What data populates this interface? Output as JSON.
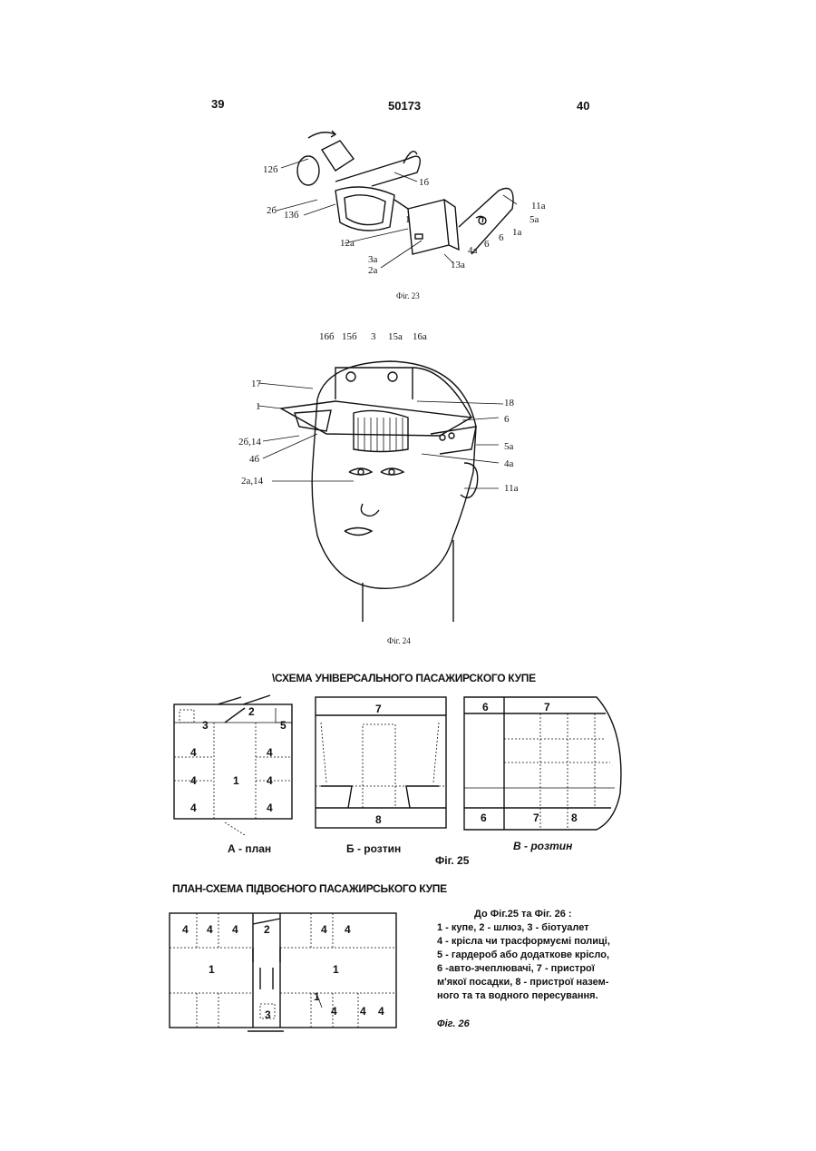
{
  "header": {
    "left_page": "39",
    "patent_number": "50173",
    "right_page": "40"
  },
  "fig23": {
    "caption": "Фіг. 23",
    "labels": [
      "12б",
      "1б",
      "2б",
      "13б",
      "1",
      "11а",
      "5а",
      "1а",
      "6",
      "6",
      "12а",
      "4а",
      "3а",
      "2а",
      "13а"
    ]
  },
  "fig24": {
    "caption": "Фіг. 24",
    "labels": [
      "16б",
      "15б",
      "3",
      "15а",
      "16а",
      "17",
      "1",
      "18",
      "6",
      "2б,14",
      "5а",
      "4б",
      "4а",
      "2а,14",
      "11а"
    ]
  },
  "fig25": {
    "title": "\\СХЕМА УНІВЕРСАЛЬНОГО ПАСАЖИРСКОГО КУПЕ",
    "plan": {
      "caption": "А - план",
      "labels": [
        "2",
        "3",
        "5",
        "4",
        "4",
        "4",
        "1",
        "4",
        "4",
        "4"
      ]
    },
    "section_b": {
      "caption": "Б - розтин",
      "labels": [
        "7",
        "8"
      ]
    },
    "section_v": {
      "caption": "В - розтин",
      "labels": [
        "6",
        "7",
        "6",
        "7",
        "8"
      ]
    },
    "caption": "Фіг. 25"
  },
  "fig26": {
    "title": "ПЛАН-СХЕМА ПІДВОЄНОГО ПАСАЖИРСЬКОГО КУПЕ",
    "labels": [
      "4",
      "4",
      "4",
      "2",
      "4",
      "4",
      "1",
      "1",
      "3",
      "1",
      "4",
      "4",
      "4"
    ],
    "legend": {
      "lines": [
        "До Фіг.25 та Фіг. 26 :",
        "1 - купе,  2 - шлюз,  3 - біотуалет",
        "4 - крісла чи трасформуємі полиці,",
        "5 - гардероб або додаткове крісло,",
        "6 -авто-зчеплювачі, 7 - пристрої",
        "м'якої посадки, 8 - пристрої назем-",
        "ного та та водного пересування."
      ],
      "caption": "Фіг. 26"
    }
  }
}
